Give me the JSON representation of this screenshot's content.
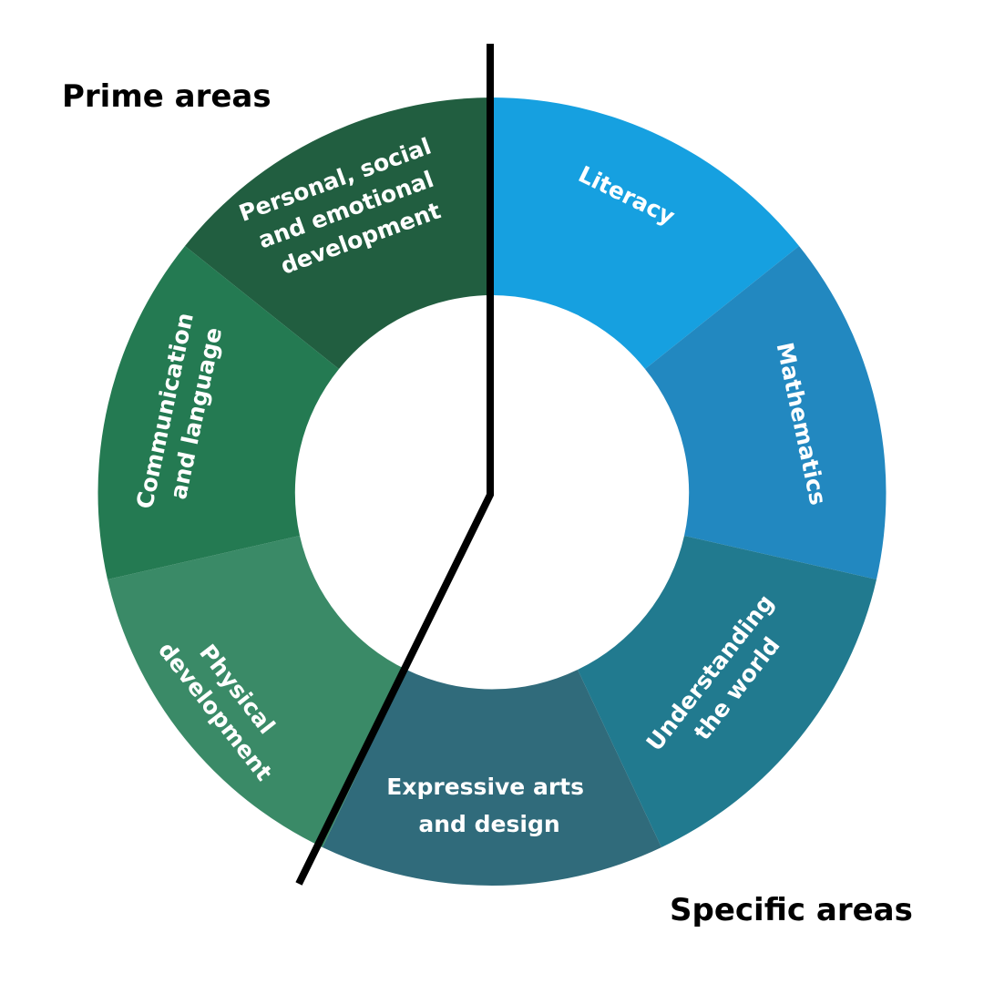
{
  "headings": {
    "prime": "Prime areas",
    "specific": "Specific areas"
  },
  "segments": [
    {
      "id": "personal",
      "lines": [
        "Personal, social",
        "and emotional",
        "development"
      ],
      "color": "#215e40"
    },
    {
      "id": "literacy",
      "lines": [
        "Literacy"
      ],
      "color": "#16a0e0"
    },
    {
      "id": "mathematics",
      "lines": [
        "Mathematics"
      ],
      "color": "#2288c0"
    },
    {
      "id": "understanding",
      "lines": [
        "Understanding",
        "the world"
      ],
      "color": "#217a8f"
    },
    {
      "id": "expressive",
      "lines": [
        "Expressive arts",
        "and design"
      ],
      "color": "#306b7b"
    },
    {
      "id": "physical",
      "lines": [
        "Physical",
        "development"
      ],
      "color": "#3a8a67"
    },
    {
      "id": "communication",
      "lines": [
        "Communication",
        "and language"
      ],
      "color": "#247a52"
    }
  ],
  "divider_color": "#000000"
}
